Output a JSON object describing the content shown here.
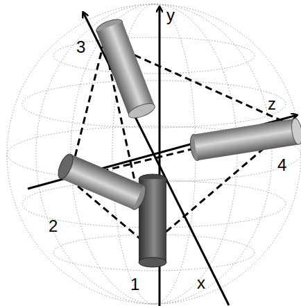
{
  "diagram": {
    "labels": [
      "y",
      "3",
      "z",
      "2",
      "4",
      "1",
      "x"
    ]
  }
}
